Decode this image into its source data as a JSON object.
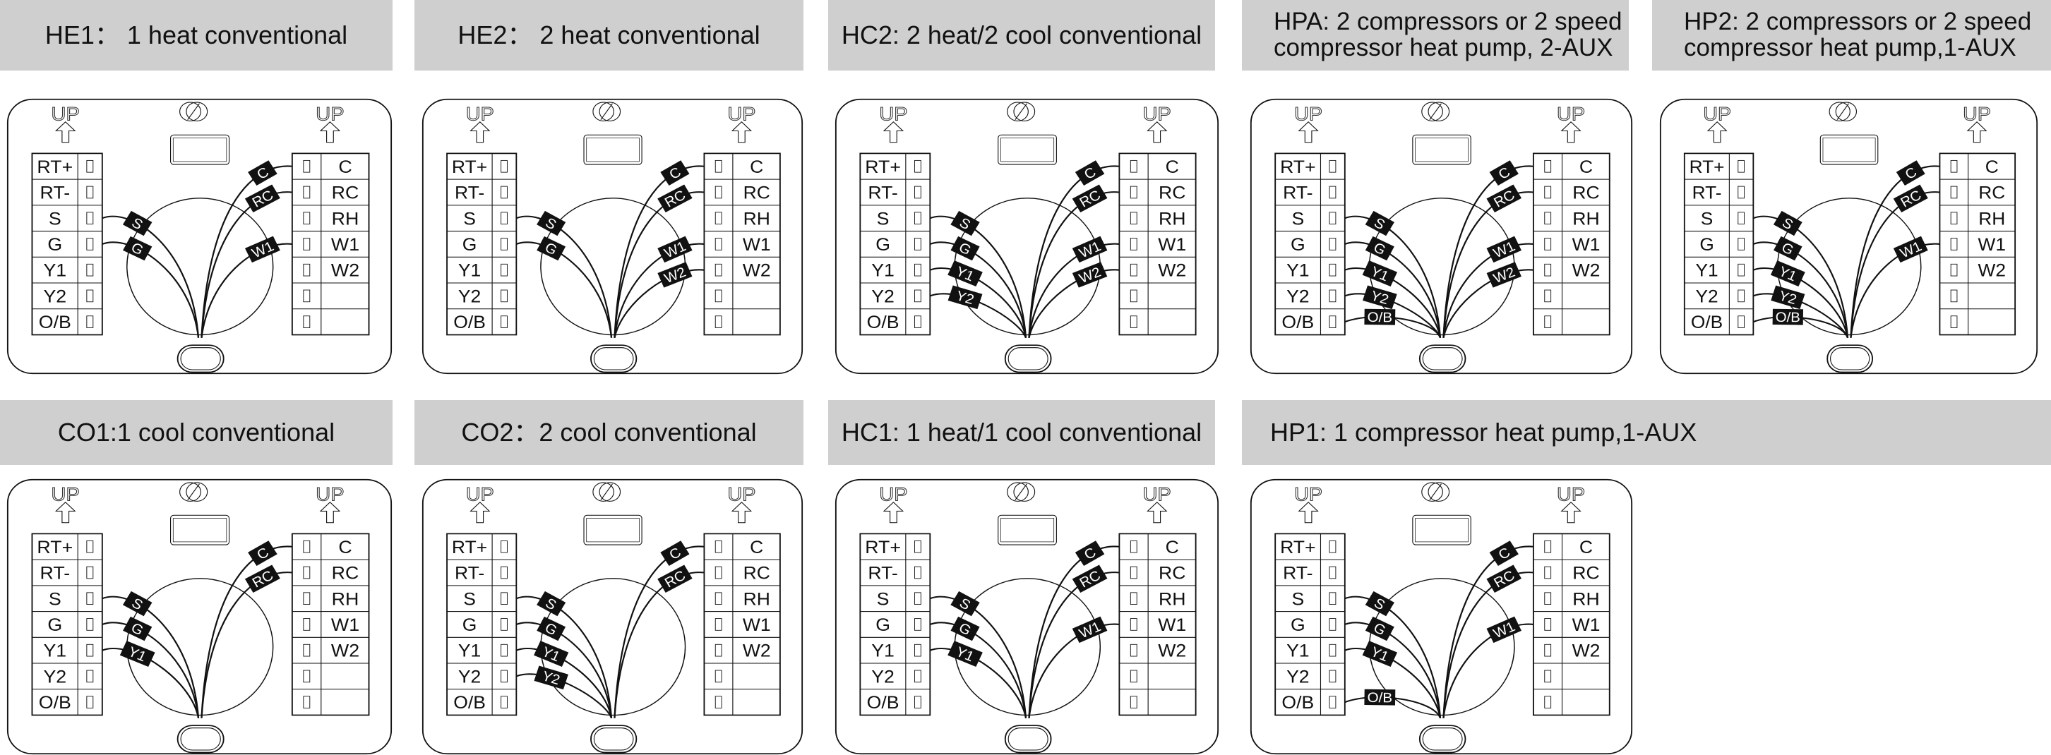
{
  "up_label": "UP",
  "terminals": {
    "left": [
      "RT+",
      "RT-",
      "S",
      "G",
      "Y1",
      "Y2",
      "O/B"
    ],
    "right": [
      "C",
      "RC",
      "RH",
      "W1",
      "W2"
    ]
  },
  "panels": [
    {
      "title": "HE1： 1 heat conventional",
      "left_wires": [
        "S",
        "G"
      ],
      "right_wires": [
        "C",
        "RC",
        "W1"
      ]
    },
    {
      "title": "HE2： 2 heat conventional",
      "left_wires": [
        "S",
        "G"
      ],
      "right_wires": [
        "C",
        "RC",
        "W1",
        "W2"
      ]
    },
    {
      "title": "HC2:  2 heat/2 cool conventional",
      "left_wires": [
        "S",
        "G",
        "Y1",
        "Y2"
      ],
      "right_wires": [
        "C",
        "RC",
        "W1",
        "W2"
      ]
    },
    {
      "title": "HPA: 2 compressors or 2 speed\ncompressor heat pump, 2-AUX",
      "left_wires": [
        "S",
        "G",
        "Y1",
        "Y2",
        "O/B"
      ],
      "right_wires": [
        "C",
        "RC",
        "W1",
        "W2"
      ]
    },
    {
      "title": "HP2: 2 compressors or 2 speed\ncompressor heat pump,1-AUX",
      "left_wires": [
        "S",
        "G",
        "Y1",
        "Y2",
        "O/B"
      ],
      "right_wires": [
        "C",
        "RC",
        "W1"
      ]
    },
    {
      "title": "CO1:1 cool conventional",
      "left_wires": [
        "S",
        "G",
        "Y1"
      ],
      "right_wires": [
        "C",
        "RC"
      ]
    },
    {
      "title": "CO2：2 cool conventional",
      "left_wires": [
        "S",
        "G",
        "Y1",
        "Y2"
      ],
      "right_wires": [
        "C",
        "RC"
      ]
    },
    {
      "title": "HC1: 1 heat/1 cool conventional",
      "left_wires": [
        "S",
        "G",
        "Y1"
      ],
      "right_wires": [
        "C",
        "RC",
        "W1"
      ]
    },
    {
      "title": "HP1: 1 compressor heat pump,1-AUX",
      "left_wires": [
        "S",
        "G",
        "Y1",
        "O/B"
      ],
      "right_wires": [
        "C",
        "RC",
        "W1"
      ]
    }
  ]
}
